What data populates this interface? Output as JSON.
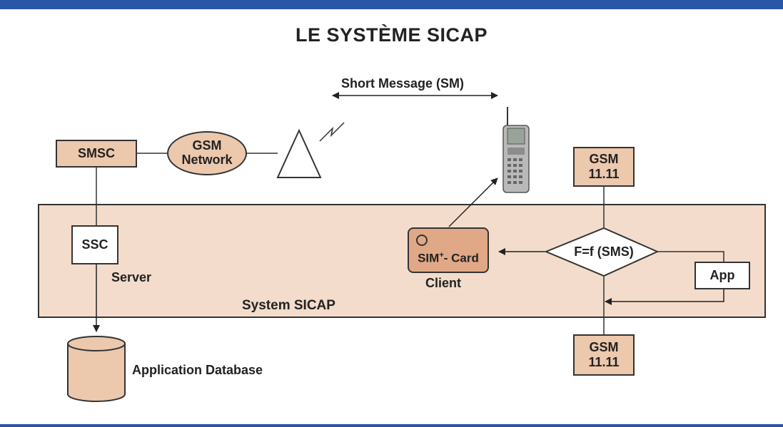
{
  "title": "LE  SYSTÈME SICAP",
  "nodes": {
    "smsc": "SMSC",
    "gsm_network": [
      "GSM",
      "Network"
    ],
    "ssc": "SSC",
    "server": "Server",
    "client": "Client",
    "sim_card": {
      "main": "SIM",
      "sup": "+",
      "rest": "- Card"
    },
    "decision": "F=f (SMS)",
    "app": "App",
    "gsm_top": [
      "GSM",
      "11.11"
    ],
    "gsm_bottom": [
      "GSM",
      "11.11"
    ],
    "application_database": "Application Database",
    "system_sicap": "System SICAP"
  },
  "edges": {
    "short_message": "Short Message (SM)"
  },
  "colors": {
    "brand_bar": "#2a56a8",
    "band_fill": "#f3dccb",
    "box_fill": "#ecc8ad",
    "sim_fill": "#e0a886"
  }
}
